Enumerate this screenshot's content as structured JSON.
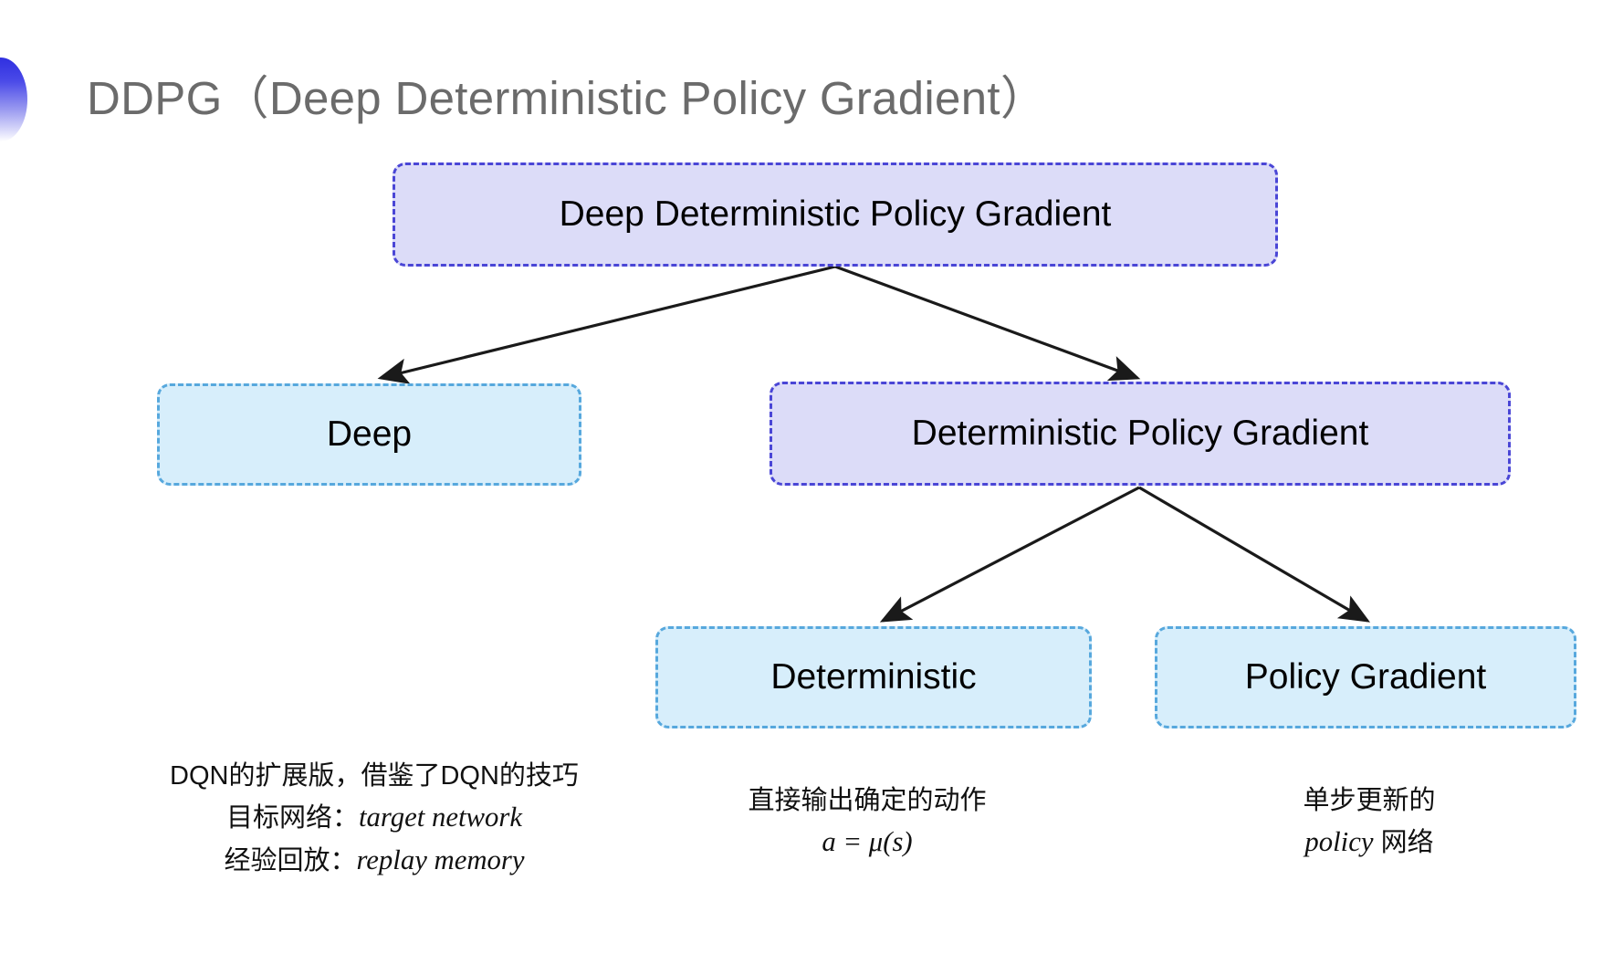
{
  "slide": {
    "background_color": "#ffffff",
    "title": "DDPG（Deep Deterministic Policy Gradient）",
    "title_color": "#6b6b6b",
    "bullet_icon": "half-ellipse-gradient-bullet"
  },
  "colors": {
    "purple_fill": "#dcdcf8",
    "purple_border": "#4a46d6",
    "blue_fill": "#d7eefb",
    "blue_border": "#57a8dd",
    "arrow": "#1a1a1a",
    "text": "#111111"
  },
  "diagram": {
    "type": "tree",
    "nodes": [
      {
        "id": "root",
        "label": "Deep Deterministic Policy Gradient",
        "style": "purple"
      },
      {
        "id": "deep",
        "label": "Deep",
        "style": "blue"
      },
      {
        "id": "dpg",
        "label": "Deterministic Policy Gradient",
        "style": "purple"
      },
      {
        "id": "det",
        "label": "Deterministic",
        "style": "blue"
      },
      {
        "id": "pg",
        "label": "Policy Gradient",
        "style": "blue"
      }
    ],
    "edges": [
      {
        "from": "root",
        "to": "deep"
      },
      {
        "from": "root",
        "to": "dpg"
      },
      {
        "from": "dpg",
        "to": "det"
      },
      {
        "from": "dpg",
        "to": "pg"
      }
    ]
  },
  "captions": {
    "deep": {
      "line1": "DQN的扩展版，借鉴了DQN的技巧",
      "line2_label": "目标网络：",
      "line2_value": "target network",
      "line3_label": "经验回放：",
      "line3_value": "replay memory"
    },
    "deterministic": {
      "line1": "直接输出确定的动作",
      "formula": "a = μ(s)"
    },
    "policy_gradient": {
      "line1": "单步更新的",
      "line2_value": "policy",
      "line2_suffix": " 网络"
    }
  }
}
